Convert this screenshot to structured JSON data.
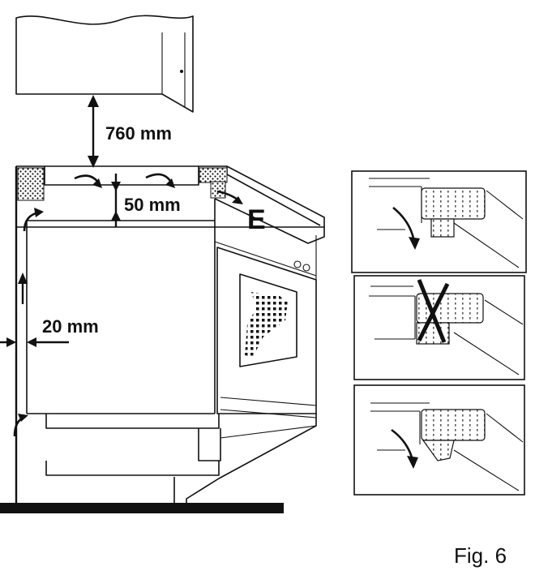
{
  "labels": {
    "clearance_above": "760 mm",
    "gap_below_hob": "50 mm",
    "side_gap": "20 mm",
    "marker": "E",
    "figure": "Fig. 6"
  },
  "icons": {
    "correct_1": "airflow-arrow-icon",
    "incorrect": "cross-mark-icon",
    "correct_2": "airflow-arrow-icon"
  }
}
